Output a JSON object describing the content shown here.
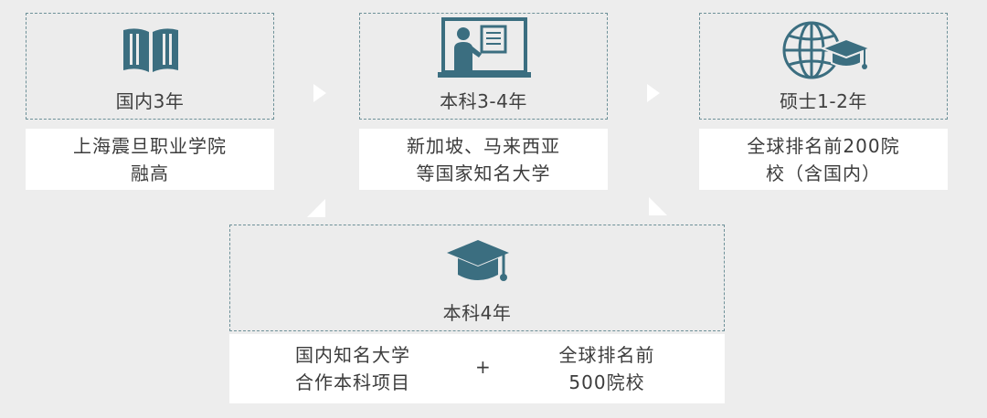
{
  "stages": [
    {
      "label": "国内3年",
      "desc_lines": [
        "上海震旦职业学院",
        "融高"
      ],
      "icon": "book-icon"
    },
    {
      "label": "本科3-4年",
      "desc_lines": [
        "新加坡、马来西亚",
        "等国家知名大学"
      ],
      "icon": "teacher-presentation-icon"
    },
    {
      "label": "硕士1-2年",
      "desc_lines": [
        "全球排名前200院",
        "校（含国内）"
      ],
      "icon": "globe-graduation-cap-icon"
    }
  ],
  "alternative": {
    "label": "本科4年",
    "icon": "graduation-cap-icon",
    "left_lines": [
      "国内知名大学",
      "合作本科项目"
    ],
    "plus": "+",
    "right_lines": [
      "全球排名前",
      "500院校"
    ]
  },
  "colors": {
    "accent": "#3b6e80",
    "dashed_border": "#6d9098",
    "background": "#ededed",
    "card": "#ffffff"
  }
}
